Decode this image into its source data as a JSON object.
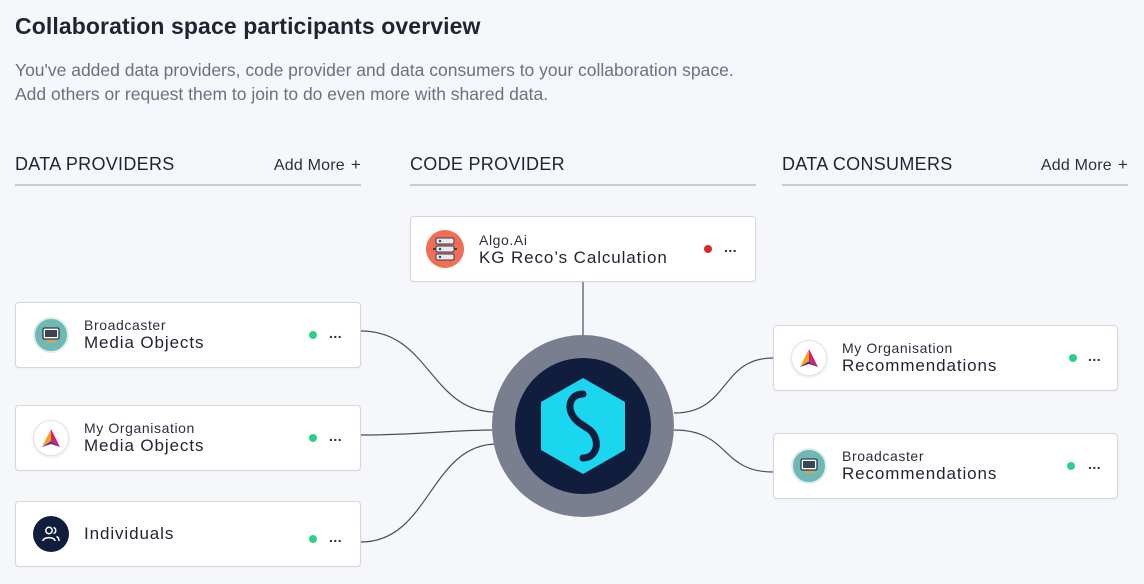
{
  "header": {
    "title": "Collaboration space participants overview",
    "description_line1": "You've added data providers, code provider and data consumers to your collaboration space.",
    "description_line2": "Add others or request them to join to do even more with shared data."
  },
  "columns": {
    "data_providers": {
      "title": "DATA PROVIDERS",
      "add_more": "Add More",
      "add_icon": "+"
    },
    "code_provider": {
      "title": "CODE PROVIDER"
    },
    "data_consumers": {
      "title": "DATA CONSUMERS",
      "add_more": "Add More",
      "add_icon": "+"
    }
  },
  "cards": {
    "code_algo": {
      "org": "Algo.Ai",
      "name": "KG Reco’s Calculation",
      "status": "red",
      "logo": "server-icon",
      "more": "..."
    },
    "provider_broadcaster": {
      "org": "Broadcaster",
      "name": "Media Objects",
      "status": "green",
      "logo": "tv-icon",
      "more": "..."
    },
    "provider_myorg": {
      "org": "My Organisation",
      "name": "Media Objects",
      "status": "green",
      "logo": "organisation-logo-icon",
      "more": "..."
    },
    "provider_individuals": {
      "name": "Individuals",
      "status": "green",
      "logo": "users-icon",
      "more": "..."
    },
    "consumer_myorg": {
      "org": "My Organisation",
      "name": "Recommendations",
      "status": "green",
      "logo": "organisation-logo-icon",
      "more": "..."
    },
    "consumer_broadcaster": {
      "org": "Broadcaster",
      "name": "Recommendations",
      "status": "green",
      "logo": "tv-icon",
      "more": "..."
    }
  },
  "colors": {
    "status_green": "#2ecf8a",
    "status_red": "#d62b2b",
    "hub_outer": "#797f8e",
    "hub_inner": "#101d3c",
    "hub_logo": "#1ad6ee"
  },
  "hub": {
    "logo": "platform-logo-icon"
  }
}
